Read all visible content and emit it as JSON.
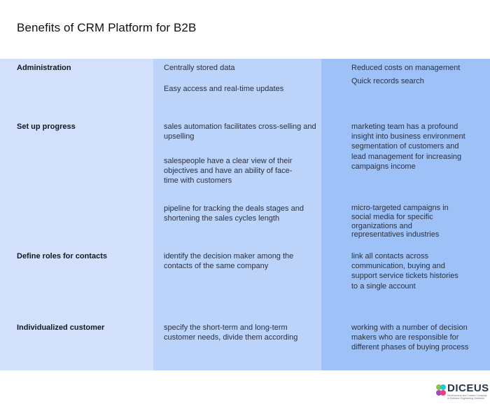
{
  "title": "Benefits of CRM Platform for B2B",
  "rows": [
    {
      "label": "Administration",
      "col2": [
        "Centrally stored data",
        "Easy access and real-time updates"
      ],
      "col3": [
        "Reduced costs on management",
        "Quick records search"
      ]
    },
    {
      "label": "Set up progress",
      "col2": [
        "sales automation facilitates cross-selling and upselling",
        "salespeople have a clear view of their objectives and have an ability of face-time with customers",
        "pipeline for tracking the deals stages and shortening the sales cycles length"
      ],
      "col3": [
        "marketing team has a profound insight into business environment segmentation of customers and lead management for increasing campaigns income",
        "micro-targeted campaigns in social media for specific organizations and representatives industries"
      ]
    },
    {
      "label": "Define roles for contacts",
      "col2": [
        "identify the decision maker among the contacts of the same company"
      ],
      "col3": [
        "link all contacts across communication, buying and support service tickets histories to a single account"
      ]
    },
    {
      "label": "Individualized customer",
      "col2": [
        "specify the short-term and long-term customer needs, divide them according"
      ],
      "col3": [
        "working with a number of decision makers who are responsible for different phases of buying process"
      ]
    }
  ],
  "logo": {
    "word": "DICEUS",
    "tagline": "Development and Custom Company of Software Engineering Solutions"
  },
  "colors": {
    "col1": "#d2e0fb",
    "col2": "#bcd3fa",
    "col3": "#9ec1f7"
  }
}
